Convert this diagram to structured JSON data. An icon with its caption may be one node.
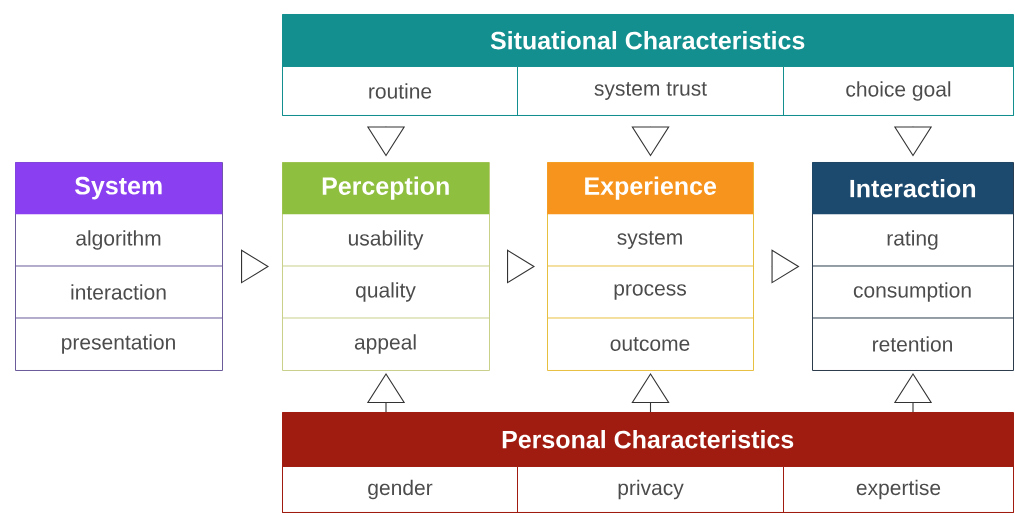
{
  "diagram": {
    "nodes": [
      {
        "text": [
          "Situational Characteristics"
        ]
      },
      {
        "text": [
          "routine"
        ],
        "in": 0
      },
      {
        "text": [
          "system trust"
        ],
        "in": 0
      },
      {
        "text": [
          "choice goal"
        ],
        "in": 0
      },
      {
        "text": [
          "System",
          "algorithm",
          "interaction",
          "presentation"
        ]
      },
      {
        "text": [
          "Perception",
          "usability",
          "quality",
          "appeal"
        ]
      },
      {
        "text": [
          "Experience",
          "system",
          "process",
          "outcome"
        ]
      },
      {
        "text": [
          "Interaction",
          "rating",
          "consumption",
          "retention"
        ]
      },
      {
        "text": [
          "Personal Characteristics"
        ]
      },
      {
        "text": [
          "gender"
        ],
        "in": 8
      },
      {
        "text": [
          "privacy"
        ],
        "in": 8
      },
      {
        "text": [
          "expertise"
        ],
        "in": 8
      }
    ],
    "edges": [
      {
        "from": 4,
        "to": 5,
        "arrow": "to"
      },
      {
        "from": 5,
        "to": 6,
        "arrow": "to"
      },
      {
        "from": 6,
        "to": 7,
        "arrow": "to"
      },
      {
        "from": 1,
        "to": 5,
        "arrow": "to"
      },
      {
        "from": 2,
        "to": 6,
        "arrow": "to"
      },
      {
        "from": 3,
        "to": 7,
        "arrow": "to"
      },
      {
        "from": 8,
        "to": 5,
        "arrow": "to"
      },
      {
        "from": 8,
        "to": 6,
        "arrow": "to"
      },
      {
        "from": 8,
        "to": 7,
        "arrow": "to"
      }
    ]
  }
}
